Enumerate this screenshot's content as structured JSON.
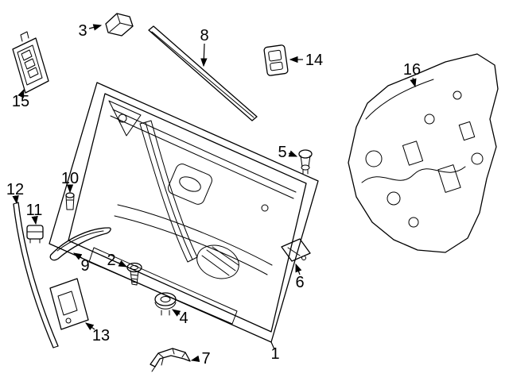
{
  "diagram": {
    "background_color": "#ffffff",
    "line_color": "#000000",
    "label_color": "#000000",
    "callouts": [
      {
        "num": "1"
      },
      {
        "num": "2"
      },
      {
        "num": "3"
      },
      {
        "num": "4"
      },
      {
        "num": "5"
      },
      {
        "num": "6"
      },
      {
        "num": "7"
      },
      {
        "num": "8"
      },
      {
        "num": "9"
      },
      {
        "num": "10"
      },
      {
        "num": "11"
      },
      {
        "num": "12"
      },
      {
        "num": "13"
      },
      {
        "num": "14"
      },
      {
        "num": "15"
      },
      {
        "num": "16"
      }
    ]
  }
}
